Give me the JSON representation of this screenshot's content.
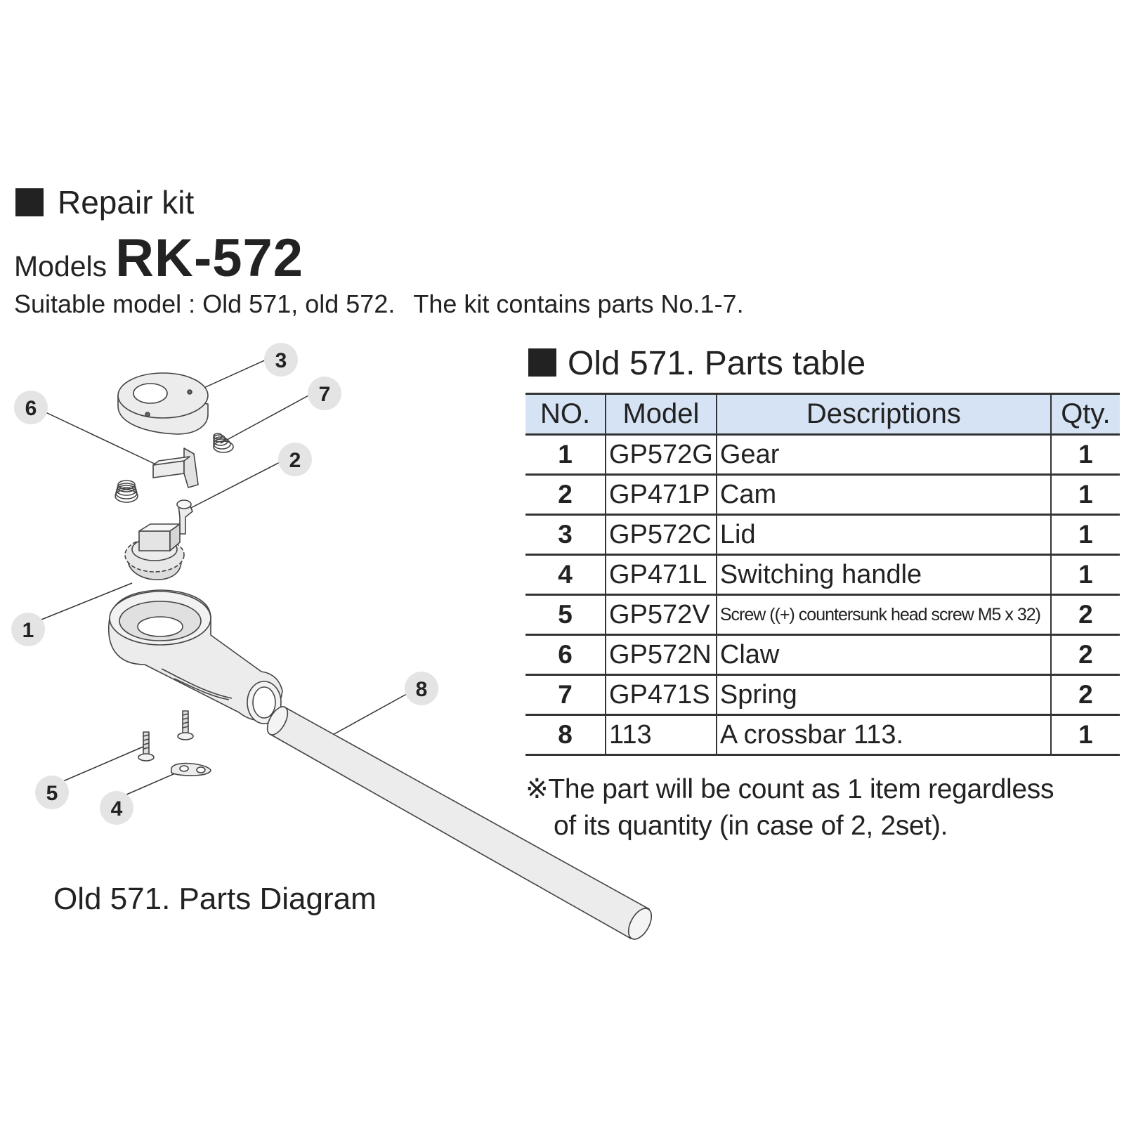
{
  "header": {
    "section": "Repair kit",
    "models_label": "Models",
    "model_code": "RK-572",
    "suitable_text": "Suitable model : Old 571, old 572.",
    "kit_text": "The kit contains parts No.1-7."
  },
  "parts_table": {
    "title": "Old 571. Parts table",
    "columns": [
      "NO.",
      "Model",
      "Descriptions",
      "Qty."
    ],
    "rows": [
      {
        "no": "1",
        "model": "GP572G",
        "desc": "Gear",
        "qty": "1"
      },
      {
        "no": "2",
        "model": "GP471P",
        "desc": "Cam",
        "qty": "1"
      },
      {
        "no": "3",
        "model": "GP572C",
        "desc": "Lid",
        "qty": "1"
      },
      {
        "no": "4",
        "model": "GP471L",
        "desc": "Switching handle",
        "qty": "1"
      },
      {
        "no": "5",
        "model": "GP572V",
        "desc": "Screw ((+) countersunk head screw M5 x 32)",
        "qty": "2"
      },
      {
        "no": "6",
        "model": "GP572N",
        "desc": "Claw",
        "qty": "2"
      },
      {
        "no": "7",
        "model": "GP471S",
        "desc": "Spring",
        "qty": "2"
      },
      {
        "no": "8",
        "model": "113",
        "desc": "A crossbar 113.",
        "qty": "1"
      }
    ],
    "header_bg": "#d6e3f5"
  },
  "note": {
    "line1": "※The part will be count as 1 item regardless",
    "line2": "of its quantity (in case of 2, 2set)."
  },
  "diagram": {
    "caption": "Old 571. Parts Diagram",
    "callouts": [
      "1",
      "2",
      "3",
      "4",
      "5",
      "6",
      "7",
      "8"
    ]
  }
}
